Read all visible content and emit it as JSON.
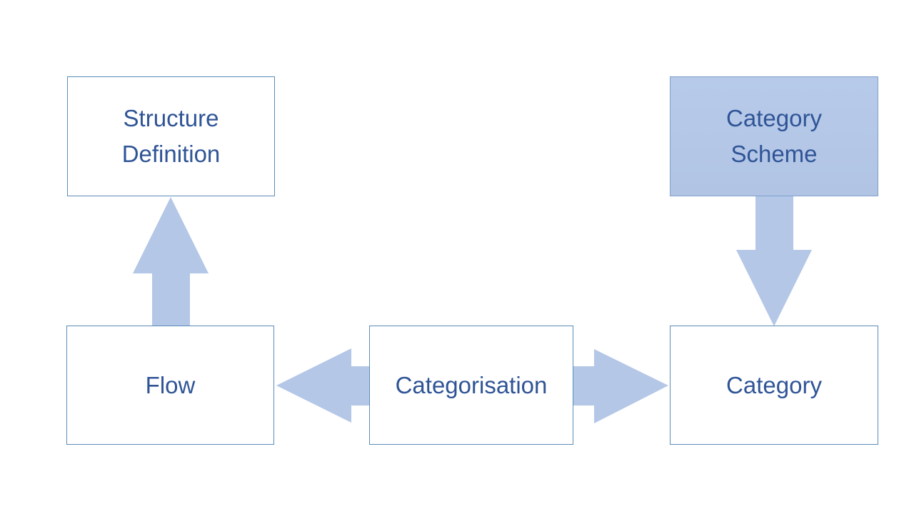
{
  "diagram": {
    "background_color": "#ffffff",
    "colors": {
      "box_fill": "#ffffff",
      "box_border": "#5b8cb8",
      "highlight_fill": "#b4c7e7",
      "highlight_border": "#7fa0cc",
      "arrow_fill": "#b4c7e7",
      "label_text": "#2f5496"
    },
    "nodes": [
      {
        "id": "structure-definition",
        "label": "Structure Definition",
        "filled": false
      },
      {
        "id": "category-scheme",
        "label": "Category Scheme",
        "filled": true
      },
      {
        "id": "flow",
        "label": "Flow",
        "filled": false
      },
      {
        "id": "categorisation",
        "label": "Categorisation",
        "filled": false
      },
      {
        "id": "category",
        "label": "Category",
        "filled": false
      }
    ],
    "arrows": [
      {
        "id": "arrow-up",
        "direction": "up",
        "from": "flow",
        "to": "structure-definition"
      },
      {
        "id": "arrow-down",
        "direction": "down",
        "from": "category-scheme",
        "to": "category"
      },
      {
        "id": "arrow-left",
        "direction": "left",
        "from": "categorisation",
        "to": "flow"
      },
      {
        "id": "arrow-right",
        "direction": "right",
        "from": "categorisation",
        "to": "category"
      }
    ]
  }
}
